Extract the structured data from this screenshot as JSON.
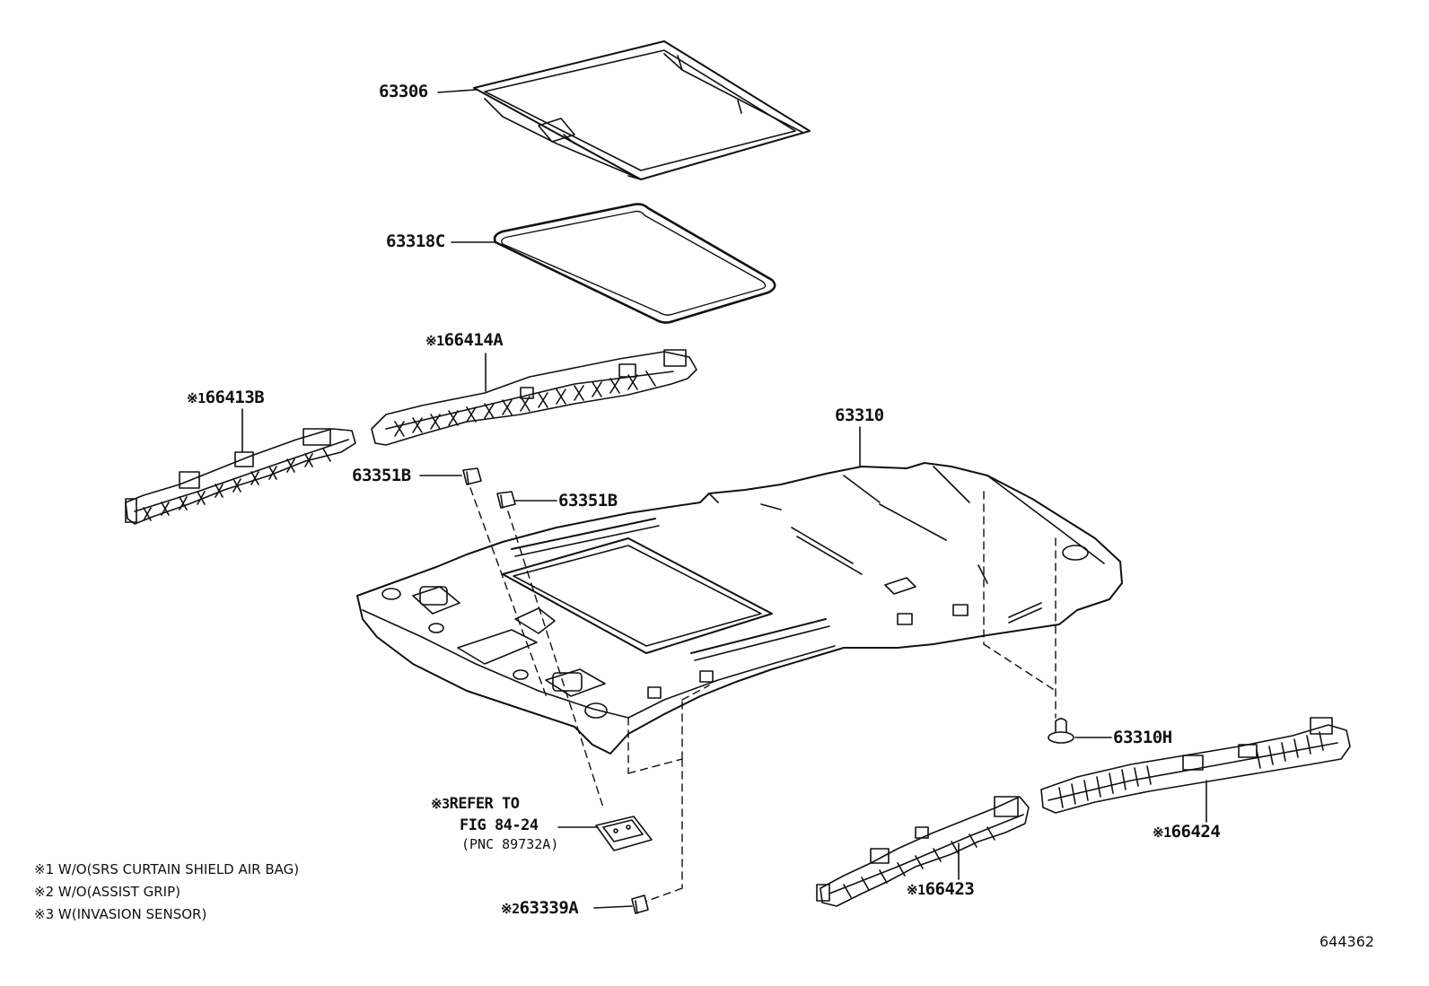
{
  "parts": {
    "p63306": {
      "label": "63306"
    },
    "p63318c": {
      "label": "63318C"
    },
    "p66414a": {
      "mark": "※1",
      "label": "66414A"
    },
    "p66413b": {
      "mark": "※1",
      "label": "66413B"
    },
    "p63310": {
      "label": "63310"
    },
    "p63351b_left": {
      "label": "63351B"
    },
    "p63351b_right": {
      "label": "63351B"
    },
    "p63310h": {
      "label": "63310H"
    },
    "p66424": {
      "mark": "※1",
      "label": "66424"
    },
    "p66423": {
      "mark": "※1",
      "label": "66423"
    },
    "p63339a": {
      "mark": "※2",
      "label": "63339A"
    }
  },
  "refer": {
    "mark": "※3",
    "line1": "REFER TO",
    "line2": "FIG 84-24",
    "line3": "(PNC 89732A)"
  },
  "notes": [
    "※1 W/O(SRS CURTAIN SHIELD AIR BAG)",
    "※2 W/O(ASSIST GRIP)",
    "※3 W(INVASION SENSOR)"
  ],
  "figure_id": "644362"
}
